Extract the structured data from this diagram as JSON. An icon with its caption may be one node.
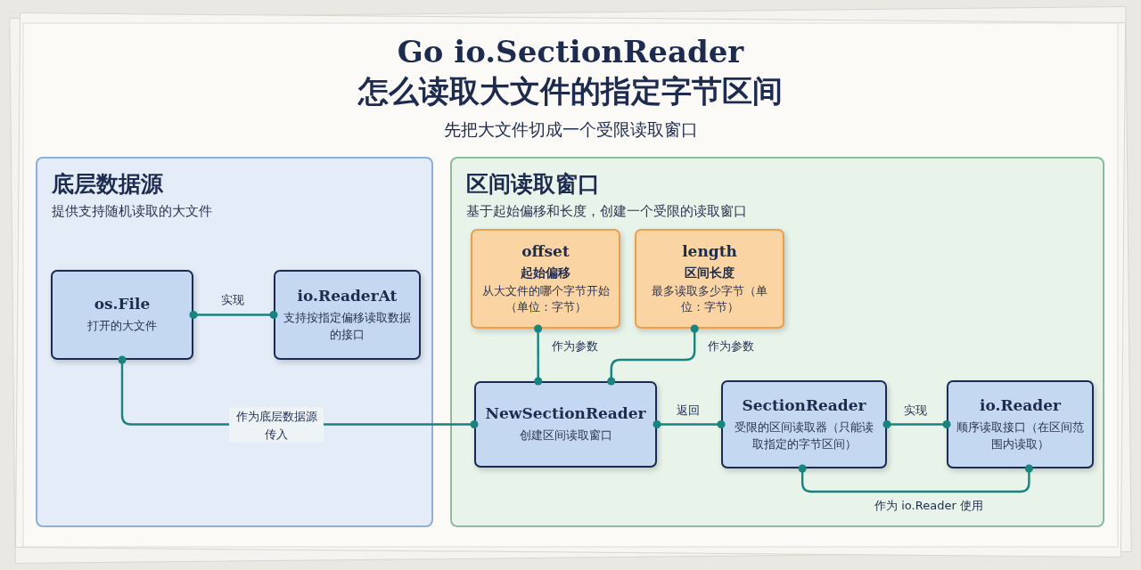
{
  "diagram": {
    "title": "Go io.SectionReader 怎么读取大文件的指定字节区间",
    "nodes": [
      {
        "text": [
          "底层数据源",
          "提供支持随机读取的大文件"
        ]
      },
      {
        "text": [
          "os.File",
          "打开的大文件"
        ],
        "in": 0
      },
      {
        "text": [
          "io.ReaderAt",
          "支持按指定偏移读取数据的接口"
        ],
        "in": 0
      },
      {
        "text": [
          "区间读取窗口",
          "基于起始偏移和长度，创建一个受限的读取窗口"
        ]
      },
      {
        "text": [
          "offset",
          "起始偏移",
          "从大文件的哪个字节开始（单位：字节）"
        ],
        "in": 3
      },
      {
        "text": [
          "length",
          "区间长度",
          "最多读取多少字节（单位：字节）"
        ],
        "in": 3
      },
      {
        "text": [
          "NewSectionReader",
          "创建区间读取窗口"
        ],
        "in": 3
      },
      {
        "text": [
          "SectionReader",
          "受限的区间读取器（只能读取指定的字节区间）"
        ],
        "in": 3
      },
      {
        "text": [
          "io.Reader",
          "顺序读取接口（在区间范围内读取）"
        ],
        "in": 3
      }
    ],
    "edges": [
      {
        "from": 1,
        "to": 2,
        "arrow": "other",
        "label": "实现"
      },
      {
        "from": 1,
        "to": 6,
        "arrow": "other",
        "label": "作为底层数据源传入"
      },
      {
        "from": 4,
        "to": 6,
        "arrow": "other",
        "label": "作为参数"
      },
      {
        "from": 5,
        "to": 6,
        "arrow": "other",
        "label": "作为参数"
      },
      {
        "from": 6,
        "to": 7,
        "arrow": "other",
        "label": "返回"
      },
      {
        "from": 7,
        "to": 8,
        "arrow": "other",
        "label": "实现"
      },
      {
        "from": 7,
        "to": 8,
        "arrow": "other",
        "label": "作为 io.Reader 使用"
      }
    ],
    "labels": [
      "先把大文件切成一个受限读取窗口"
    ]
  }
}
